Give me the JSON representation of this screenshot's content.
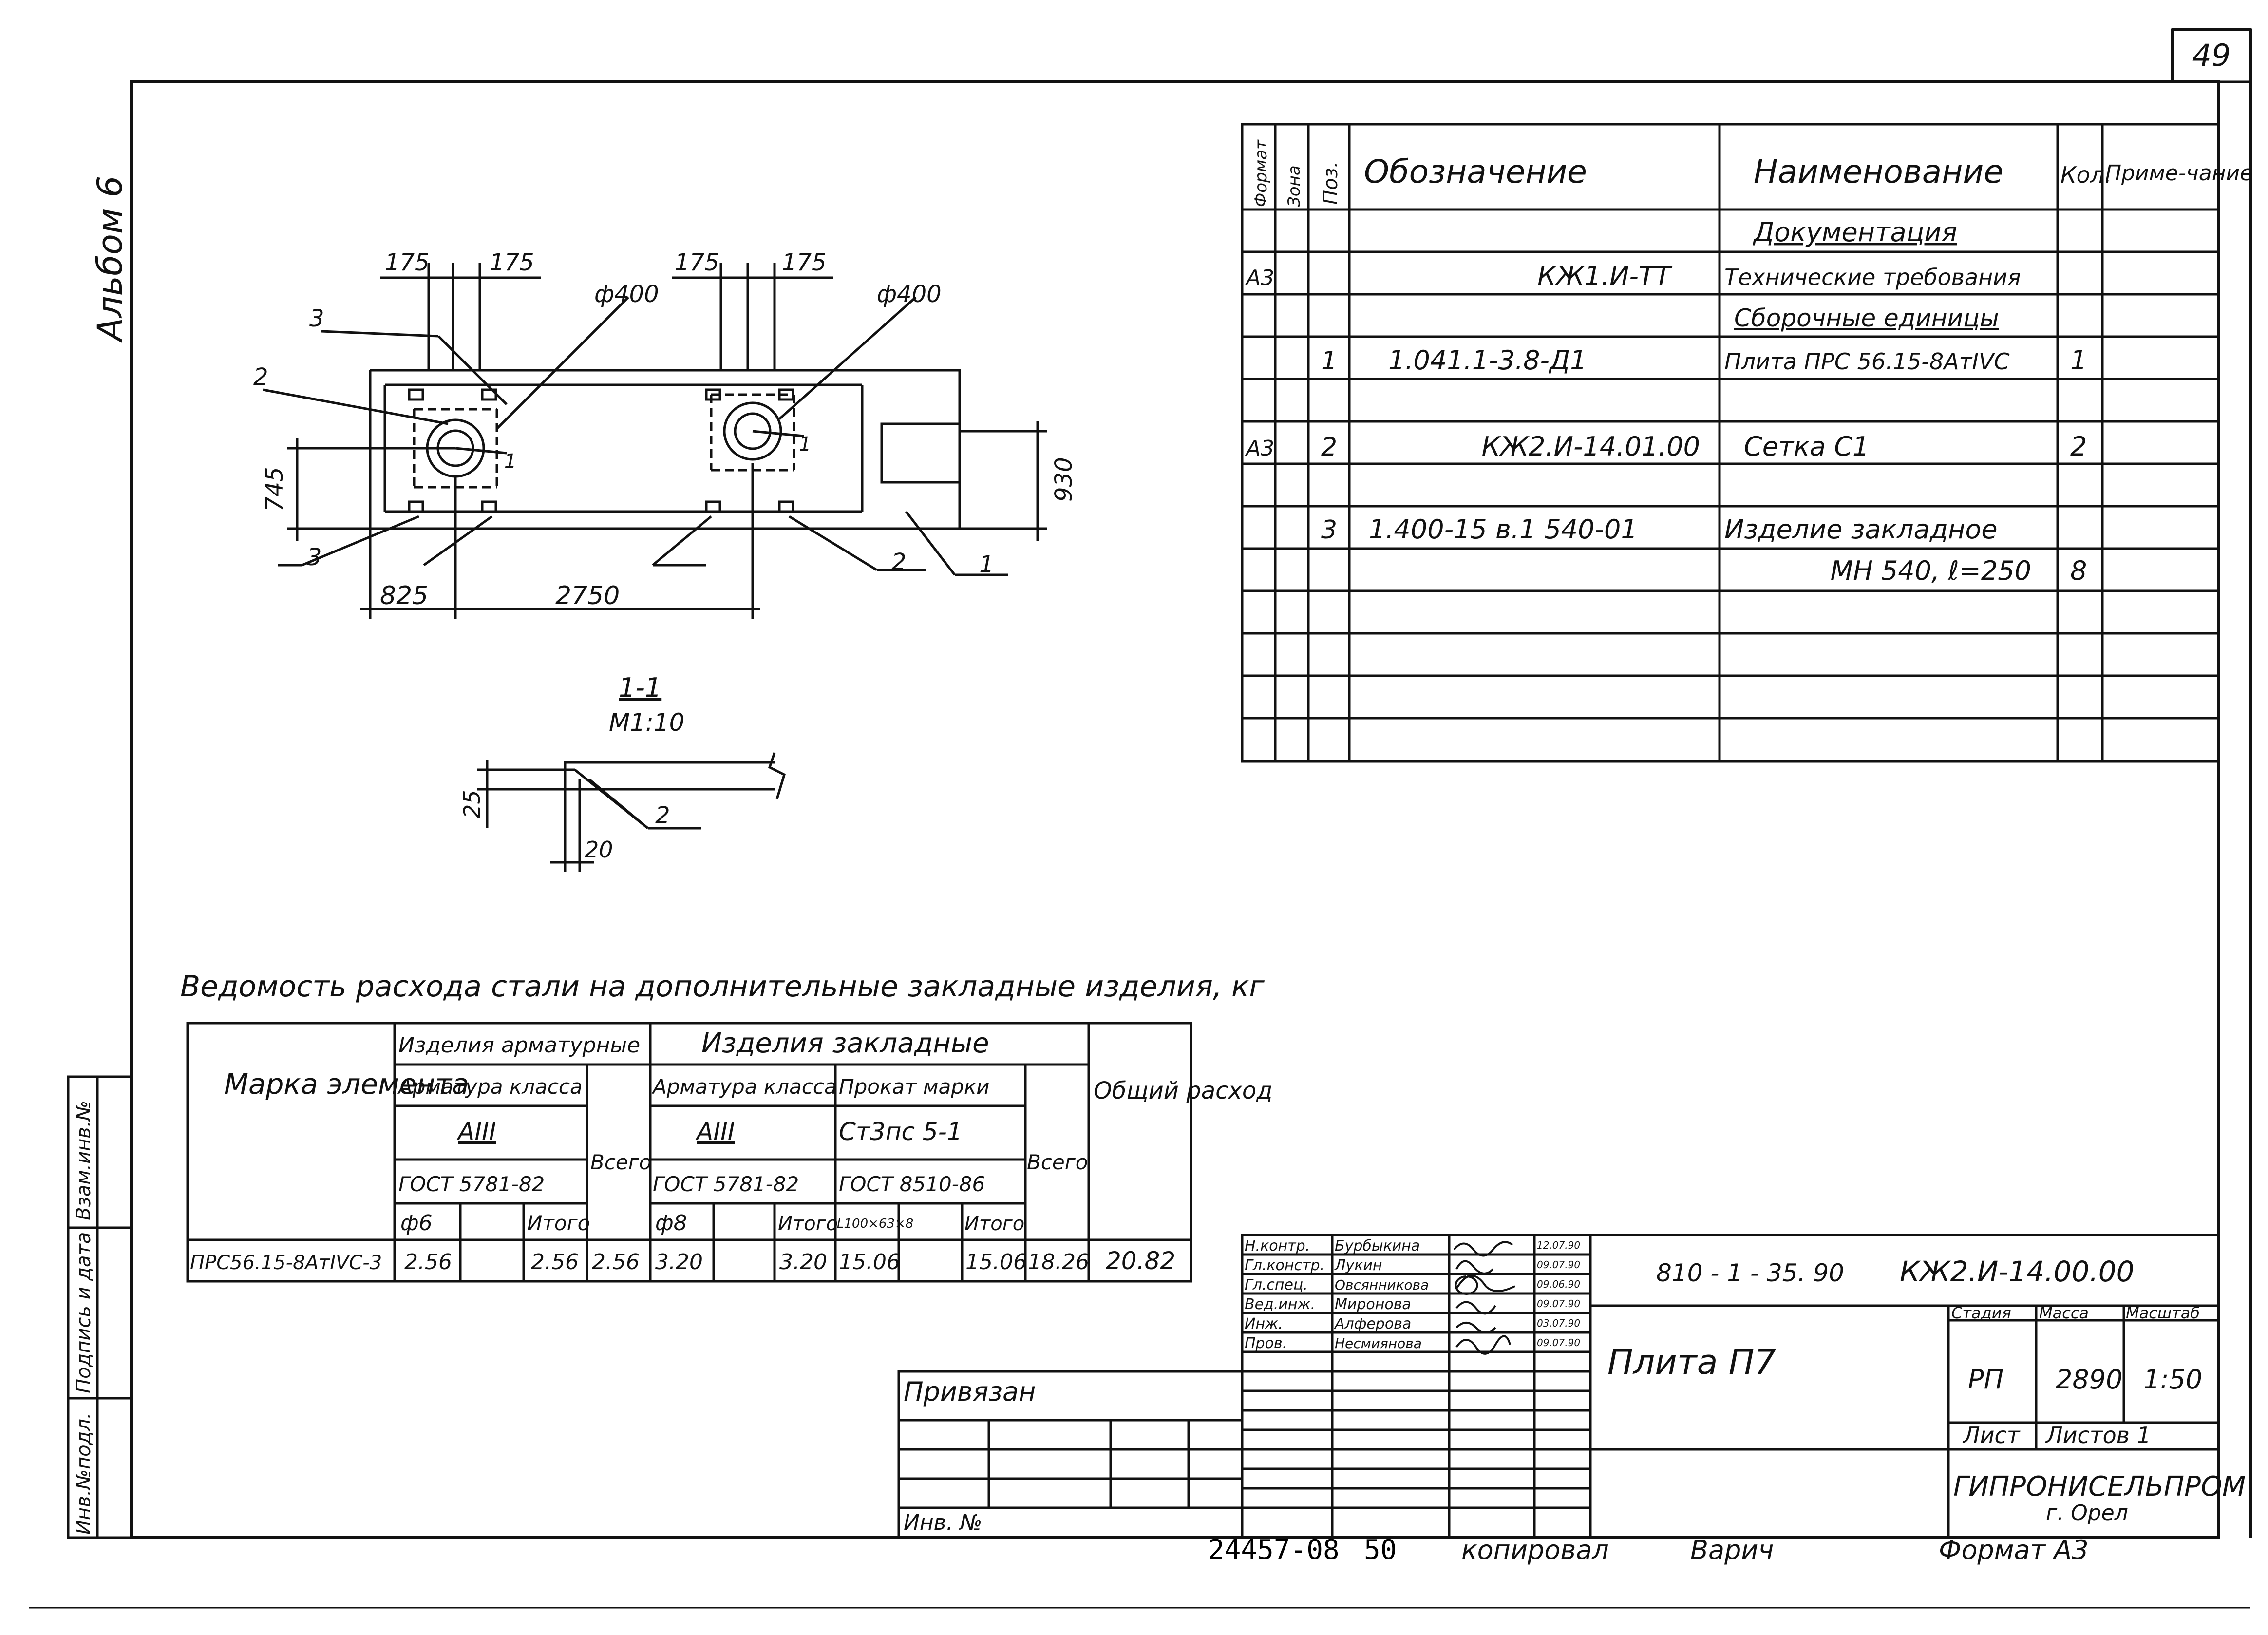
{
  "page_number": "49",
  "album": "Альбом 6",
  "spec_table": {
    "headers": {
      "format": "Формат",
      "zone": "Зона",
      "pos": "Поз.",
      "designation": "Обозначение",
      "name": "Наименование",
      "qty": "Кол.",
      "note": "Приме-чание"
    },
    "rows": [
      {
        "format": "",
        "pos": "",
        "designation": "",
        "name": "Документация",
        "qty": ""
      },
      {
        "format": "А3",
        "pos": "",
        "designation": "КЖ1.И-ТТ",
        "name": "Технические требования",
        "qty": ""
      },
      {
        "format": "",
        "pos": "",
        "designation": "",
        "name": "Сборочные единицы",
        "qty": ""
      },
      {
        "format": "",
        "pos": "1",
        "designation": "1.041.1-3.8-Д1",
        "name": "Плита ПРС 56.15-8АтIVC",
        "qty": "1"
      },
      {
        "format": "А3",
        "pos": "2",
        "designation": "КЖ2.И-14.01.00",
        "name": "Сетка С1",
        "qty": "2"
      },
      {
        "format": "",
        "pos": "3",
        "designation": "1.400-15 в.1 540-01",
        "name": "Изделие закладное",
        "qty": ""
      },
      {
        "format": "",
        "pos": "",
        "designation": "",
        "name": "МН 540, ℓ=250",
        "qty": "8"
      }
    ]
  },
  "plan_drawing": {
    "dim_labels": [
      "175",
      "175",
      "175",
      "175",
      "ф400",
      "ф400",
      "745",
      "930",
      "825",
      "2750"
    ],
    "leaders": [
      "3",
      "2",
      "3",
      "2",
      "1",
      "1",
      "1"
    ]
  },
  "section": {
    "title": "1-1",
    "scale": "М1:10",
    "dims": [
      "25",
      "20"
    ],
    "leader": "2"
  },
  "steel_title": "Ведомость расхода стали на дополнительные закладные изделия, кг",
  "steel_table": {
    "col_mark": "Марка элемента",
    "group1": "Изделия арматурные",
    "armature_class": "Арматура класса",
    "class_a3": "АIII",
    "gost1": "ГОСТ 5781-82",
    "total_all": "Всего",
    "group2": "Изделия закладные",
    "armature_class2": "Арматура класса",
    "class_a3_2": "АIII",
    "gost2": "ГОСТ 5781-82",
    "prokat": "Прокат марки",
    "steel_grade": "Ст3пс 5-1",
    "gost3": "ГОСТ 8510-86",
    "total_all2": "Всего",
    "overall": "Общий расход",
    "d6": "ф6",
    "itogo": "Итого",
    "d8": "ф8",
    "itogo2": "Итого",
    "angle": "L100×63×8",
    "itogo3": "Итого",
    "row": {
      "mark": "ПРС56.15-8АтIVС-3",
      "v1": "2.56",
      "v2": "2.56",
      "v3": "2.56",
      "v4": "3.20",
      "v5": "3.20",
      "v6": "15.06",
      "v7": "15.06",
      "v8": "18.26",
      "v9": "20.82"
    }
  },
  "stamp": {
    "people": [
      {
        "role": "Н.контр.",
        "name": "Бурбыкина",
        "date": "12.07.90"
      },
      {
        "role": "Гл.констр.",
        "name": "Лукин",
        "date": "09.07.90"
      },
      {
        "role": "Гл.спец.",
        "name": "Овсянникова",
        "date": "09.06.90"
      },
      {
        "role": "Вед.инж.",
        "name": "Миронова",
        "date": "09.07.90"
      },
      {
        "role": "Инж.",
        "name": "Алферова",
        "date": "03.07.90"
      },
      {
        "role": "Пров.",
        "name": "Несмиянова",
        "date": "09.07.90"
      }
    ],
    "series": "810 - 1 - 35. 90",
    "code": "КЖ2.И-14.00.00",
    "title": "Плита П7",
    "stage_h": "Стадия",
    "mass_h": "Масса",
    "scale_h": "Масштаб",
    "stage": "РП",
    "mass": "2890",
    "scale": "1:50",
    "sheet_h": "Лист",
    "sheets_h": "Листов 1",
    "org": "ГИПРОНИСЕЛЬПРОМ",
    "city": "г. Орел"
  },
  "attach_label": "Привязан",
  "inv_label": "Инв. №",
  "side_labels": [
    "Взам.инв.№",
    "Подпись и дата",
    "Инв.№подл."
  ],
  "footer": {
    "number": "24457-08",
    "sheet": "50",
    "copied": "копировал",
    "copier": "Варич",
    "format": "Формат А3"
  }
}
